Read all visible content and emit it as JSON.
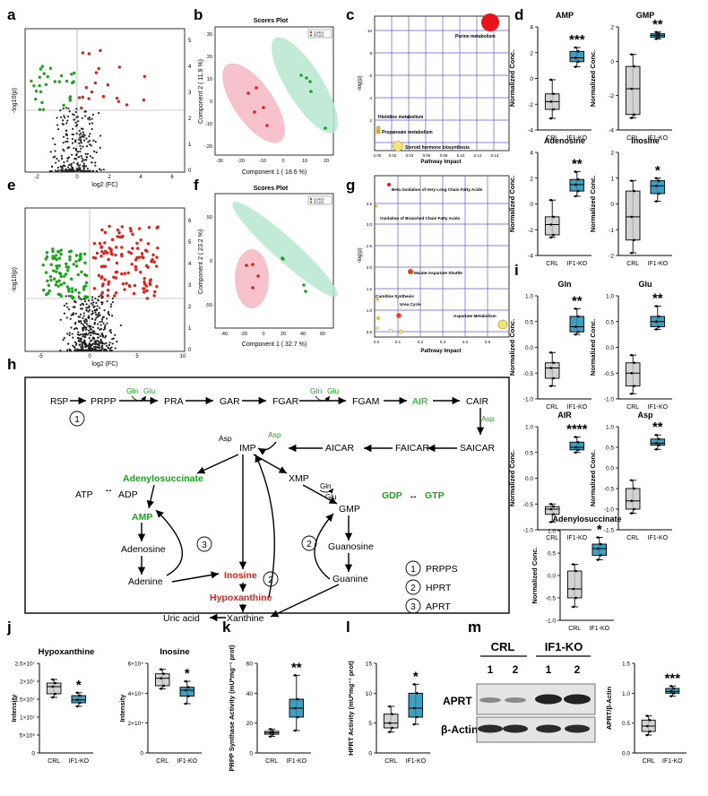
{
  "colors": {
    "green": "#1aa61a",
    "red": "#e0201b",
    "teal": "#1f8eb5",
    "gray": "#c8c8c8",
    "pink": "#f4b9c4",
    "mint": "#b7e8d0"
  },
  "panel_letters": {
    "a": "a",
    "b": "b",
    "c": "c",
    "d": "d",
    "e": "e",
    "f": "f",
    "g": "g",
    "h": "h",
    "i": "i",
    "j": "j",
    "k": "k",
    "l": "l",
    "m": "m"
  },
  "volcano": {
    "a": {
      "xlabel": "log2 (FC)",
      "ylabel": "-log10(p)",
      "xticks": [
        "-2",
        "0",
        "2",
        "4",
        "6"
      ],
      "yticks": [
        "0",
        "1",
        "2",
        "3",
        "4",
        "5"
      ]
    },
    "e": {
      "xlabel": "log2 (FC)",
      "ylabel": "-log10(p)",
      "xticks": [
        "-5",
        "0",
        "5",
        "10"
      ],
      "yticks": [
        "0",
        "1",
        "2",
        "3",
        "4",
        "5",
        "6"
      ]
    }
  },
  "scores": {
    "b": {
      "title": "Scores Plot",
      "xlabel": "Component 1 ( 18.6 %)",
      "ylabel": "Component 2 ( 11.9 %)",
      "xticks": [
        "-30",
        "-20",
        "-10",
        "0",
        "10",
        "20"
      ],
      "yticks": [
        "-20",
        "-10",
        "0",
        "10",
        "20",
        "30"
      ],
      "legend": [
        "Control",
        "IF1-KO"
      ]
    },
    "f": {
      "title": "Scores Plot",
      "xlabel": "Component 1 ( 32.7 %)",
      "ylabel": "Component 2 ( 23.2 %)",
      "xticks": [
        "-40",
        "-20",
        "0",
        "20",
        "40",
        "60"
      ],
      "yticks": [
        "-50",
        "0",
        "50"
      ],
      "legend": [
        "Control",
        "IF1-KO"
      ]
    }
  },
  "pathway": {
    "c": {
      "xlabel": "Pathway Impact",
      "ylabel": "-log(p)",
      "xticks": [
        "0.00",
        "0.02",
        "0.04",
        "0.06",
        "0.08",
        "0.10",
        "0.12",
        "0.14"
      ],
      "yticks": [
        "2",
        "4",
        "6",
        "8",
        "10"
      ],
      "labels": [
        "Purine metabolism",
        "Histidine metabolism",
        "Propanoate metabolism",
        "Steroid hormone biosynthesis"
      ]
    },
    "g": {
      "xlabel": "Pathway Impact",
      "ylabel": "-log(p)",
      "xticks": [
        "0.0",
        "0.1",
        "0.2",
        "0.3",
        "0.4",
        "0.5"
      ],
      "yticks": [
        "0.5",
        "1.0",
        "1.5",
        "2.0",
        "2.5",
        "3.0",
        "3.5"
      ],
      "labels": [
        "Beta Oxidation of Very Long Chain Fatty Acids",
        "Oxidation of Branched Chain Fatty Acids",
        "Malate-Aspartate Shuttle",
        "Carnitine Synthesis",
        "Urea Cycle",
        "Aspartate Metabolism"
      ]
    }
  },
  "ylabel_conc": "Normalized Conc.",
  "groups": [
    "CRL",
    "IF1-KO"
  ],
  "chart_data": [
    {
      "type": "box",
      "panel": "d",
      "title": "AMP",
      "ylim": [
        -4,
        4
      ],
      "yticks": [
        "-4",
        "-2",
        "0",
        "2",
        "4"
      ],
      "sig": "***",
      "series": [
        {
          "name": "CRL",
          "values": [
            -3.1,
            -2.4,
            -1.8,
            -1.2,
            -0.1
          ]
        },
        {
          "name": "IF1-KO",
          "values": [
            0.9,
            1.3,
            1.6,
            2.1,
            2.4
          ]
        }
      ]
    },
    {
      "type": "box",
      "panel": "d",
      "title": "GMP",
      "ylim": [
        -4,
        2
      ],
      "yticks": [
        "-4",
        "-2",
        "0",
        "2"
      ],
      "sig": "**",
      "series": [
        {
          "name": "CRL",
          "values": [
            -3.3,
            -3.1,
            -1.6,
            -0.3,
            0.4
          ]
        },
        {
          "name": "IF1-KO",
          "values": [
            1.3,
            1.4,
            1.5,
            1.6,
            1.7
          ]
        }
      ]
    },
    {
      "type": "box",
      "panel": "d",
      "title": "Adenosine",
      "ylim": [
        -4,
        4
      ],
      "yticks": [
        "-4",
        "-2",
        "0",
        "2",
        "4"
      ],
      "sig": "**",
      "series": [
        {
          "name": "CRL",
          "values": [
            -2.6,
            -2.4,
            -1.6,
            -1.0,
            0.3
          ]
        },
        {
          "name": "IF1-KO",
          "values": [
            0.6,
            1.0,
            1.5,
            1.9,
            2.5
          ]
        }
      ]
    },
    {
      "type": "box",
      "panel": "d",
      "title": "Inosine",
      "ylim": [
        -2,
        2
      ],
      "yticks": [
        "-2",
        "-1",
        "0",
        "1",
        "2"
      ],
      "sig": "*",
      "series": [
        {
          "name": "CRL",
          "values": [
            -1.9,
            -1.4,
            -0.5,
            0.5,
            0.9
          ]
        },
        {
          "name": "IF1-KO",
          "values": [
            0.1,
            0.4,
            0.7,
            0.9,
            1.0
          ]
        }
      ]
    },
    {
      "type": "box",
      "panel": "i",
      "title": "Gln",
      "ylim": [
        -1,
        1
      ],
      "yticks": [
        "-1.0",
        "-0.5",
        "0.0",
        "0.5",
        "1.0"
      ],
      "sig": "**",
      "series": [
        {
          "name": "CRL",
          "values": [
            -0.75,
            -0.6,
            -0.4,
            -0.3,
            -0.1
          ]
        },
        {
          "name": "IF1-KO",
          "values": [
            0.25,
            0.3,
            0.4,
            0.6,
            0.75
          ]
        }
      ]
    },
    {
      "type": "box",
      "panel": "i",
      "title": "Glu",
      "ylim": [
        -1,
        1
      ],
      "yticks": [
        "-1.0",
        "-0.5",
        "0.0",
        "0.5",
        "1.0"
      ],
      "sig": "**",
      "series": [
        {
          "name": "CRL",
          "values": [
            -0.9,
            -0.75,
            -0.5,
            -0.3,
            -0.15
          ]
        },
        {
          "name": "IF1-KO",
          "values": [
            0.35,
            0.4,
            0.5,
            0.6,
            0.8
          ]
        }
      ]
    },
    {
      "type": "box",
      "panel": "i",
      "title": "AIR",
      "ylim": [
        -1,
        1
      ],
      "yticks": [
        "-1.0",
        "-0.5",
        "0.0",
        "0.5",
        "1.0"
      ],
      "sig": "****",
      "series": [
        {
          "name": "CRL",
          "values": [
            -0.85,
            -0.7,
            -0.6,
            -0.55,
            -0.5
          ]
        },
        {
          "name": "IF1-KO",
          "values": [
            0.5,
            0.55,
            0.6,
            0.7,
            0.8
          ]
        }
      ]
    },
    {
      "type": "box",
      "panel": "i",
      "title": "Asp",
      "ylim": [
        -1.5,
        1.0
      ],
      "yticks": [
        "-1.5",
        "-1.0",
        "-0.5",
        "0.0",
        "0.5",
        "1.0"
      ],
      "sig": "**",
      "series": [
        {
          "name": "CRL",
          "values": [
            -1.1,
            -1.0,
            -0.8,
            -0.5,
            -0.3
          ]
        },
        {
          "name": "IF1-KO",
          "values": [
            0.45,
            0.55,
            0.6,
            0.7,
            0.8
          ]
        }
      ]
    },
    {
      "type": "box",
      "panel": "i",
      "title": "Adenylosuccinate",
      "ylim": [
        -1,
        1
      ],
      "yticks": [
        "-1.0",
        "-0.5",
        "0.0",
        "0.5",
        "1.0"
      ],
      "sig": "*",
      "series": [
        {
          "name": "CRL",
          "values": [
            -0.7,
            -0.5,
            -0.3,
            0.1,
            0.25
          ]
        },
        {
          "name": "IF1-KO",
          "values": [
            0.35,
            0.45,
            0.6,
            0.7,
            0.85
          ]
        }
      ]
    },
    {
      "type": "box",
      "panel": "j",
      "title": "Hypoxanthine",
      "ylabel": "Intensity",
      "ylim": [
        0,
        25000000
      ],
      "yticks": [
        "0",
        "5×10⁶",
        "1×10⁷",
        "1.5×10⁷",
        "2×10⁷",
        "2.5×10⁷"
      ],
      "sig": "*",
      "series": [
        {
          "name": "CRL",
          "values": [
            15500000,
            16500000,
            18500000,
            19500000,
            20500000
          ]
        },
        {
          "name": "IF1-KO",
          "values": [
            13000000,
            14000000,
            14800000,
            16000000,
            16800000
          ]
        }
      ]
    },
    {
      "type": "box",
      "panel": "j",
      "title": "Inosine",
      "ylabel": "Intensity",
      "ylim": [
        0,
        60000
      ],
      "yticks": [
        "0",
        "2×10⁴",
        "4×10⁴",
        "6×10⁴"
      ],
      "sig": "*",
      "series": [
        {
          "name": "CRL",
          "values": [
            43000,
            45000,
            50000,
            53000,
            56000
          ]
        },
        {
          "name": "IF1-KO",
          "values": [
            33000,
            38000,
            42000,
            44000,
            48000
          ]
        }
      ]
    },
    {
      "type": "box",
      "panel": "k",
      "title": "",
      "ylabel": "PRPP Synthase Activity (mU*mg⁻¹ prot)",
      "ylim": [
        0,
        60
      ],
      "yticks": [
        "0",
        "20",
        "40",
        "60"
      ],
      "sig": "**",
      "series": [
        {
          "name": "CRL",
          "values": [
            11,
            12.5,
            13.5,
            14.5,
            16
          ]
        },
        {
          "name": "IF1-KO",
          "values": [
            15,
            24,
            30,
            36,
            52
          ]
        }
      ]
    },
    {
      "type": "box",
      "panel": "l",
      "title": "",
      "ylabel": "HPRT Activity (mU*mg⁻¹ prot)",
      "ylim": [
        0,
        15
      ],
      "yticks": [
        "0",
        "5",
        "10",
        "15"
      ],
      "sig": "*",
      "series": [
        {
          "name": "CRL",
          "values": [
            3.5,
            4.2,
            5.0,
            6.5,
            7.8
          ]
        },
        {
          "name": "IF1-KO",
          "values": [
            4.8,
            6.0,
            7.5,
            10.0,
            11.5
          ]
        }
      ]
    },
    {
      "type": "box",
      "panel": "m",
      "title": "",
      "ylabel": "APRT/β-Actin",
      "ylim": [
        0,
        1.5
      ],
      "yticks": [
        "0.0",
        "0.5",
        "1.0",
        "1.5"
      ],
      "sig": "***",
      "series": [
        {
          "name": "CRL",
          "values": [
            0.3,
            0.36,
            0.45,
            0.55,
            0.62
          ]
        },
        {
          "name": "IF1-KO",
          "values": [
            0.95,
            1.0,
            1.03,
            1.08,
            1.12
          ]
        }
      ]
    }
  ],
  "pathway_diagram": {
    "nodes": {
      "R5P": "R5P",
      "PRPP": "PRPP",
      "PRA": "PRA",
      "GAR": "GAR",
      "FGAR": "FGAR",
      "FGAM": "FGAM",
      "AIR": "AIR",
      "CAIR": "CAIR",
      "SAICAR": "SAICAR",
      "FAICAR": "FAICAR",
      "AICAR": "AICAR",
      "IMP": "IMP",
      "Asp1": "Asp",
      "Asp2": "Asp",
      "Asp3": "Asp",
      "Adenylosuccinate": "Adenylosuccinate",
      "ATP": "ATP",
      "ADP": "ADP",
      "AMP": "AMP",
      "Adenosine": "Adenosine",
      "Adenine": "Adenine",
      "XMP": "XMP",
      "GMP": "GMP",
      "GDP": "GDP",
      "GTP": "GTP",
      "Guanosine": "Guanosine",
      "Guanine": "Guanine",
      "Inosine": "Inosine",
      "Hypoxanthine": "Hypoxanthine",
      "Xanthine": "Xanthine",
      "UricAcid": "Uric acid",
      "Gln1": "Gln",
      "Glu1": "Glu",
      "Gln2": "Gln",
      "Glu2": "Glu",
      "Gln3": "Gln",
      "Glu3": "Glu"
    },
    "enzymes": [
      {
        "num": "1",
        "name": "PRPPS"
      },
      {
        "num": "2",
        "name": "HPRT"
      },
      {
        "num": "3",
        "name": "APRT"
      }
    ]
  },
  "western": {
    "crl": "CRL",
    "ko": "IF1-KO",
    "lanes": [
      "1",
      "2",
      "1",
      "2"
    ],
    "rows": [
      "APRT",
      "β-Actin"
    ]
  }
}
